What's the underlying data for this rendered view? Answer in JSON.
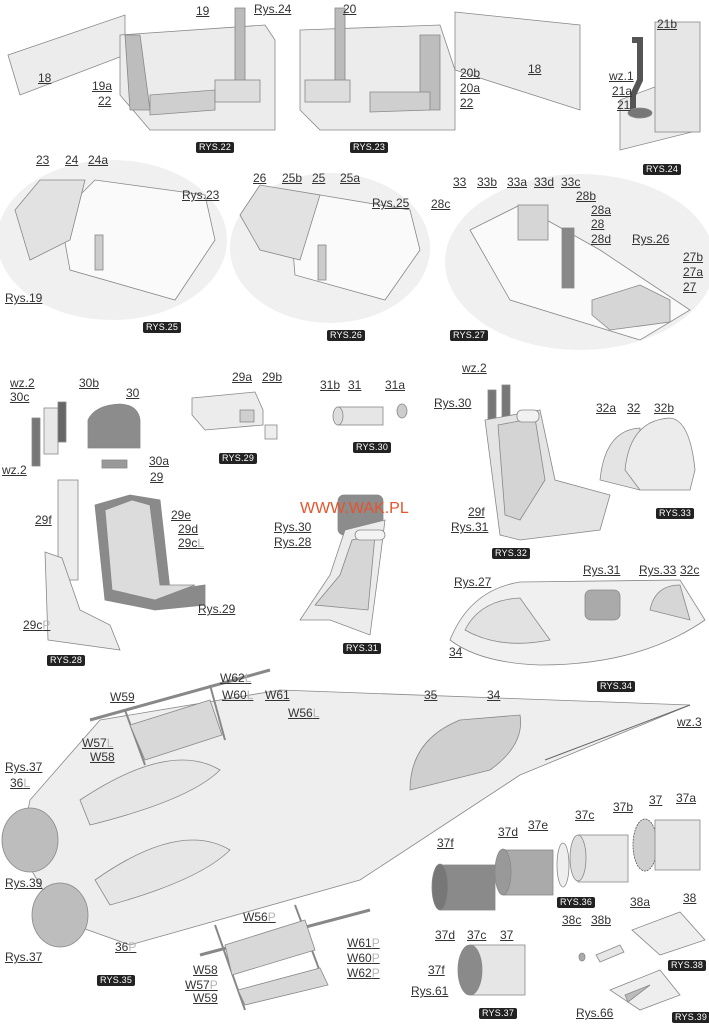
{
  "watermark": "WWW.WAK.PL",
  "labels": [
    "19",
    "Rys.24",
    "20",
    "18",
    "19a",
    "22",
    "20b",
    "20a",
    "22",
    "18",
    "21b",
    "wz.1",
    "21a",
    "21",
    "23",
    "24",
    "24a",
    "Rys.23",
    "Rys.19",
    "26",
    "25b",
    "25",
    "25a",
    "Rys.25",
    "33",
    "33b",
    "33a",
    "33d",
    "33c",
    "28b",
    "28a",
    "28",
    "28d",
    "28c",
    "Rys.26",
    "27b",
    "27a",
    "27",
    "wz.2",
    "30b",
    "30c",
    "30",
    "wz.2",
    "30a",
    "29",
    "29e",
    "29d",
    "29f",
    "Rys.29",
    "29a",
    "29b",
    "31b",
    "31",
    "31a",
    "Rys.30",
    "Rys.28",
    "wz.2",
    "Rys.30",
    "29f",
    "Rys.31",
    "32a",
    "32",
    "32b",
    "Rys.27",
    "Rys.31",
    "Rys.33",
    "32c",
    "34",
    "W59",
    "W61",
    "W58",
    "Rys.37",
    "Rys.39",
    "Rys.37",
    "W58",
    "W59",
    "35",
    "34",
    "wz.3",
    "37f",
    "37d",
    "37e",
    "37c",
    "37b",
    "37",
    "37a",
    "38a",
    "38",
    "38c",
    "38b",
    "37d",
    "37c",
    "37",
    "37f",
    "Rys.61",
    "Rys.66"
  ],
  "suffix_labels": [
    {
      "base": "29c",
      "side": "L"
    },
    {
      "base": "29c",
      "side": "P"
    },
    {
      "base": "W62",
      "side": "L"
    },
    {
      "base": "W60",
      "side": "L"
    },
    {
      "base": "W56",
      "side": "L"
    },
    {
      "base": "W57",
      "side": "L"
    },
    {
      "base": "36",
      "side": "L"
    },
    {
      "base": "36",
      "side": "P"
    },
    {
      "base": "W56",
      "side": "P"
    },
    {
      "base": "W61",
      "side": "P"
    },
    {
      "base": "W60",
      "side": "P"
    },
    {
      "base": "W62",
      "side": "P"
    },
    {
      "base": "W57",
      "side": "P"
    }
  ],
  "figure_tags": [
    "RYS.22",
    "RYS.23",
    "RYS.24",
    "RYS.25",
    "RYS.26",
    "RYS.27",
    "RYS.28",
    "RYS.29",
    "RYS.30",
    "RYS.31",
    "RYS.32",
    "RYS.33",
    "RYS.34",
    "RYS.35",
    "RYS.36",
    "RYS.37",
    "RYS.38",
    "RYS.39"
  ],
  "colors": {
    "part_light": "#ececec",
    "part_mid": "#cfcfcf",
    "part_dark": "#8a8a8a",
    "tag_bg": "#222222",
    "watermark": "#e8532a"
  }
}
